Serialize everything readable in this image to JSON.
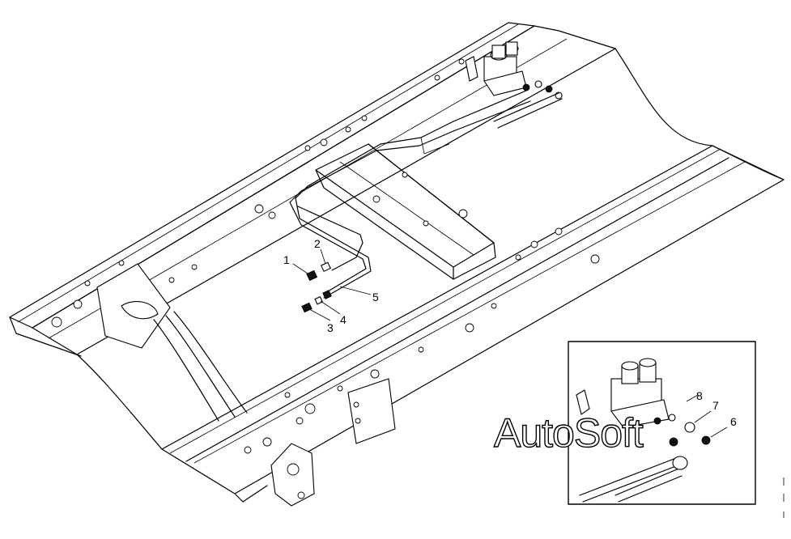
{
  "callouts": {
    "c1": "1",
    "c2": "2",
    "c3": "3",
    "c4": "4",
    "c5": "5",
    "c6": "6",
    "c7": "7",
    "c8": "8"
  },
  "watermark": "AutoSoft",
  "colors": {
    "line": "#000000",
    "background": "#ffffff"
  }
}
